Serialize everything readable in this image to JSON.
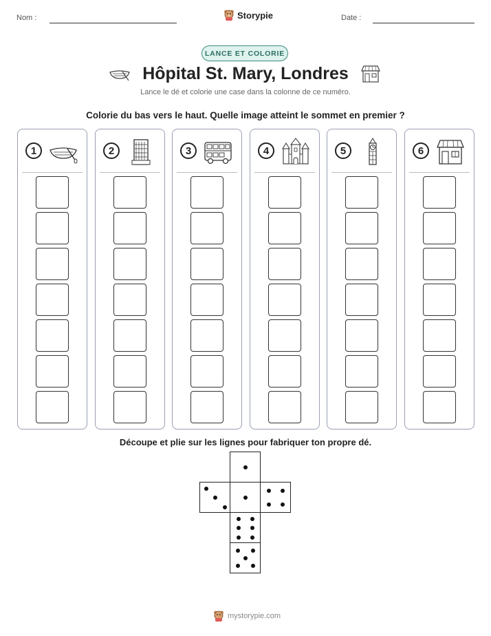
{
  "header": {
    "name_label": "Nom :",
    "date_label": "Date :",
    "brand": "Storypie"
  },
  "badge": "LANCE ET COLORIE",
  "title": "Hôpital St. Mary, Londres",
  "subtitle": "Lance le dé et colorie une case dans la colonne de ce numéro.",
  "instruction": "Colorie du bas vers le haut. Quelle image atteint le sommet en premier ?",
  "columns": [
    {
      "number": "1",
      "icon": "rowboat-icon"
    },
    {
      "number": "2",
      "icon": "office-building-icon"
    },
    {
      "number": "3",
      "icon": "double-decker-bus-icon"
    },
    {
      "number": "4",
      "icon": "castle-icon"
    },
    {
      "number": "5",
      "icon": "clock-tower-icon"
    },
    {
      "number": "6",
      "icon": "house-icon"
    }
  ],
  "cells_per_column": 7,
  "cut_instruction": "Découpe et plie sur les lignes pour fabriquer ton propre dé.",
  "die_faces": [
    1,
    3,
    1,
    4,
    6,
    5
  ],
  "footer": "mystorypie.com"
}
